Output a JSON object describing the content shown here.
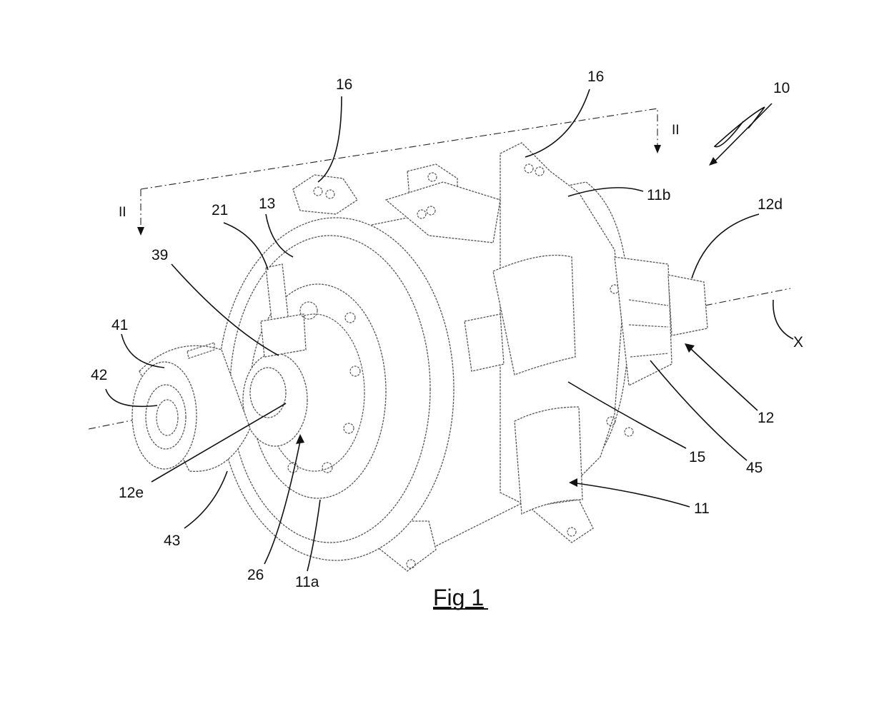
{
  "figure": {
    "title": "Fig 1",
    "section_marker": "II",
    "reference_labels": {
      "ref_10": "10",
      "ref_16_left": "16",
      "ref_16_right": "16",
      "ref_11b": "11b",
      "ref_12d": "12d",
      "ref_21": "21",
      "ref_13": "13",
      "ref_39": "39",
      "ref_41": "41",
      "ref_42": "42",
      "ref_12e": "12e",
      "ref_43": "43",
      "ref_26": "26",
      "ref_11a": "11a",
      "ref_15": "15",
      "ref_45": "45",
      "ref_12": "12",
      "ref_11": "11",
      "ref_x": "X"
    }
  }
}
